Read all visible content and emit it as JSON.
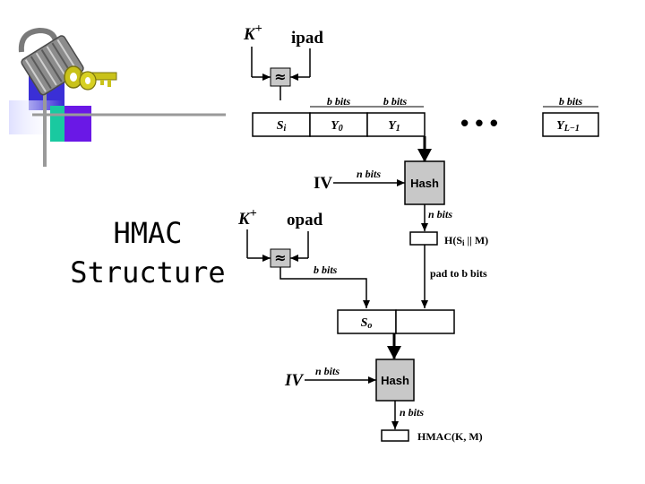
{
  "slide": {
    "title_line1": "HMAC",
    "title_line2": "Structure"
  },
  "diagram": {
    "top_key": "K",
    "key_sup": "+",
    "ipad": "ipad",
    "opad": "opad",
    "xor_symbol": "≈",
    "b_bits": "b bits",
    "n_bits": "n bits",
    "si": "S",
    "si_sub": "i",
    "y0": "Y",
    "y0_sub": "0",
    "y1": "Y",
    "y1_sub": "1",
    "ellipsis": "•  •  •",
    "yl": "Y",
    "yl_sub": "L−1",
    "iv": "IV",
    "hash": "Hash",
    "inner_hash": "H(S",
    "inner_hash_sub": "i",
    "inner_hash_rest": " || M)",
    "pad": "pad to b bits",
    "so": "S",
    "so_sub": "o",
    "hmac": "HMAC(K, M)"
  },
  "colors": {
    "lock_gray": "#8c8c8c",
    "key_gold": "#c9c21a",
    "blue": "#3a2fd6",
    "teal": "#19c9a0",
    "purple": "#6a18e6"
  }
}
